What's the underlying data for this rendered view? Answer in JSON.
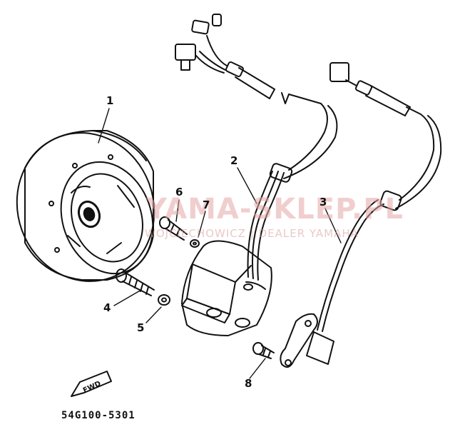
{
  "diagram": {
    "watermark_main": "YAMA-SKLEP.PL",
    "watermark_sub": "WOJCIECHOWICZ | DEALER YAMAHA",
    "fwd_label": "FWD",
    "part_code": "54G100-5301",
    "callouts": [
      "1",
      "2",
      "3",
      "4",
      "5",
      "6",
      "7",
      "8"
    ],
    "colors": {
      "line": "#111111",
      "watermark": "#e7a7a7"
    }
  }
}
